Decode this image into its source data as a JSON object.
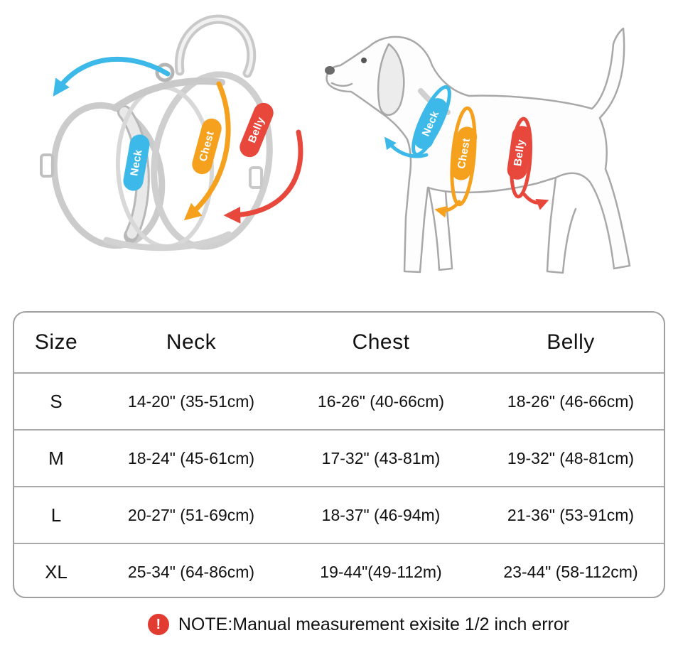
{
  "labels": {
    "neck": "Neck",
    "chest": "Chest",
    "belly": "Belly"
  },
  "colors": {
    "neck": "#3cb9e8",
    "chest": "#f5a11e",
    "belly": "#e8473c"
  },
  "table": {
    "headers": [
      "Size",
      "Neck",
      "Chest",
      "Belly"
    ],
    "rows": [
      {
        "size": "S",
        "neck": "14-20\" (35-51cm)",
        "chest": "16-26\" (40-66cm)",
        "belly": "18-26\" (46-66cm)"
      },
      {
        "size": "M",
        "neck": "18-24\" (45-61cm)",
        "chest": "17-32\" (43-81m)",
        "belly": "19-32\" (48-81cm)"
      },
      {
        "size": "L",
        "neck": "20-27\" (51-69cm)",
        "chest": "18-37\" (46-94m)",
        "belly": "21-36\" (53-91cm)"
      },
      {
        "size": "XL",
        "neck": "25-34\" (64-86cm)",
        "chest": "19-44\"(49-112m)",
        "belly": "23-44\" (58-112cm)"
      }
    ]
  },
  "note": {
    "icon_glyph": "!",
    "text": "NOTE:Manual measurement exisite 1/2 inch error"
  }
}
